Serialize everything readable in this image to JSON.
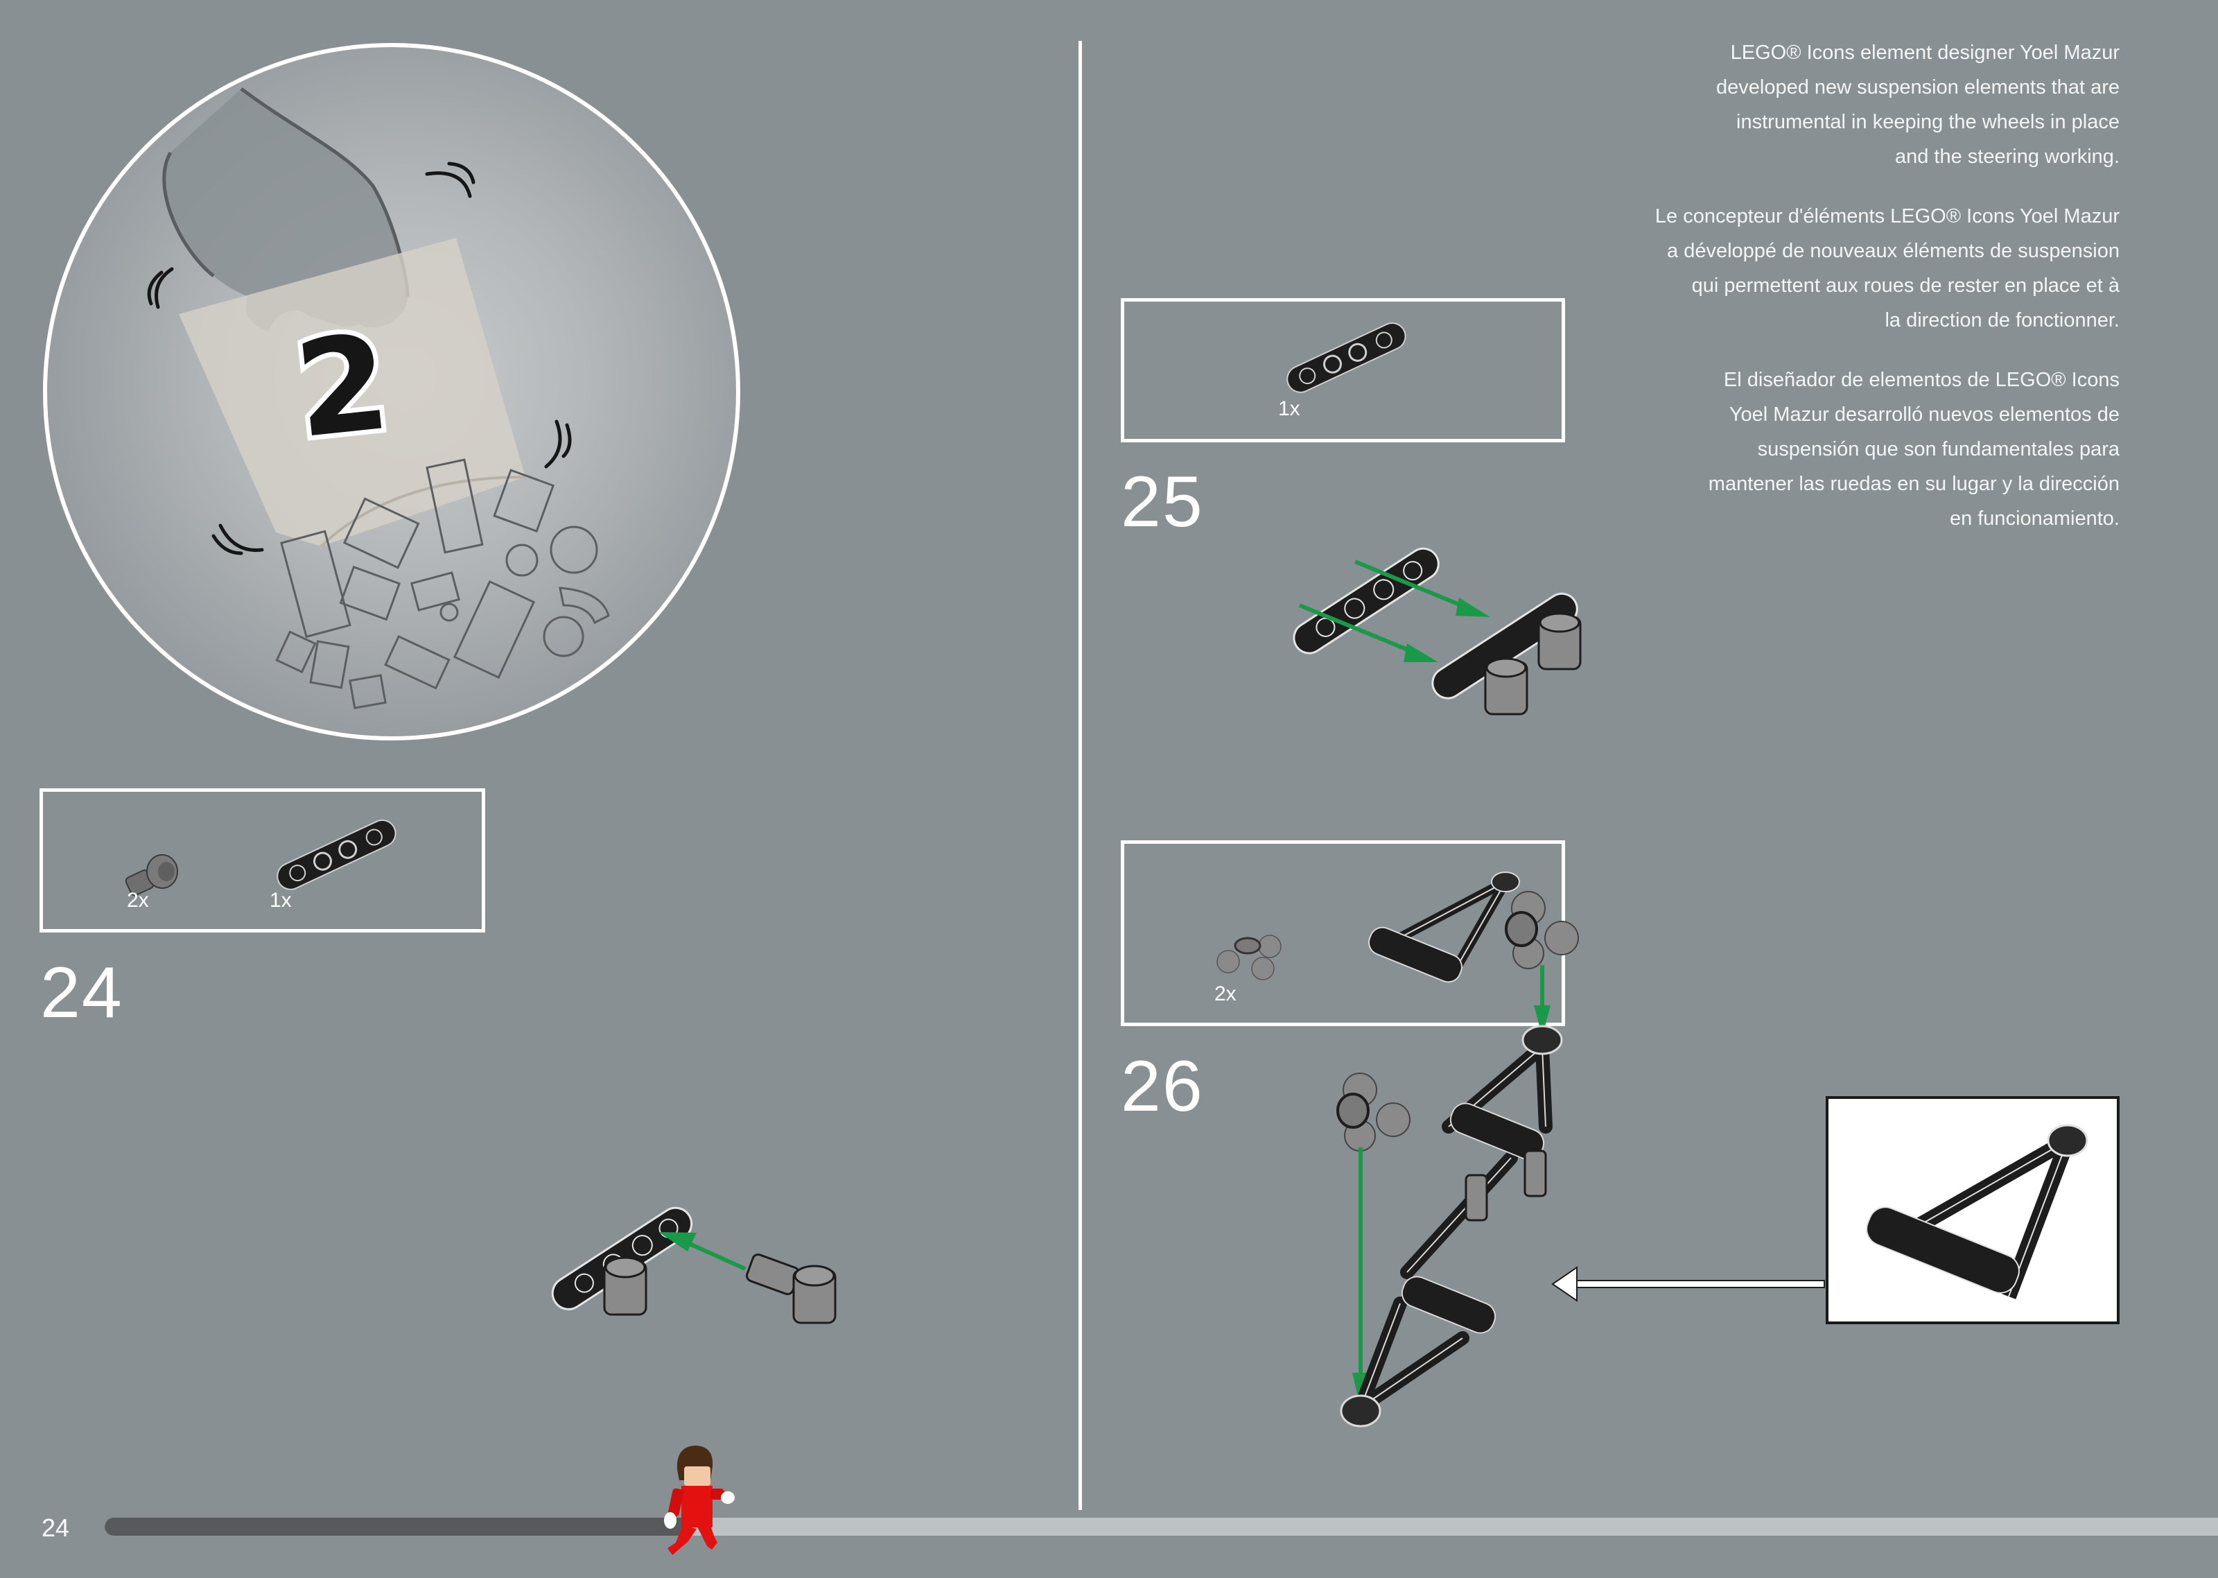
{
  "page": {
    "number": "24",
    "background": "#899093",
    "progress": {
      "fill_color": "#58595b",
      "track_color": "#bdc2c5",
      "percent": 27
    }
  },
  "bag_callout": {
    "bag_number": "2",
    "description": "hand opening bag, bricks falling out"
  },
  "steps": [
    {
      "number": "24",
      "parts": [
        {
          "icon": "technic-pin-with-bush-icon",
          "qty": "2x"
        },
        {
          "icon": "technic-beam-4-icon",
          "qty": "1x"
        }
      ]
    },
    {
      "number": "25",
      "parts": [
        {
          "icon": "technic-beam-4-icon",
          "qty": "1x"
        }
      ]
    },
    {
      "number": "26",
      "parts": [
        {
          "icon": "ball-joint-connector-icon",
          "qty": "2x"
        },
        {
          "icon": "suspension-wishbone-icon",
          "qty": ""
        }
      ]
    }
  ],
  "info": {
    "en": [
      "LEGO® Icons element designer Yoel Mazur",
      "developed new suspension elements that are",
      "instrumental in keeping the wheels in place",
      "and the steering working."
    ],
    "fr": [
      "Le concepteur d'éléments LEGO® Icons Yoel Mazur",
      "a développé de nouveaux éléments de suspension",
      "qui permettent aux roues de rester en place et à",
      "la direction de fonctionner."
    ],
    "es": [
      "El diseñador de elementos de LEGO® Icons",
      "Yoel Mazur desarrolló nuevos elementos de",
      "suspensión que son fundamentales para",
      "mantener las ruedas en su lugar y la dirección",
      "en funcionamiento."
    ]
  },
  "colors": {
    "arrow_green": "#1a9a48",
    "part_black": "#2a2a2a",
    "part_gray": "#8a8a8a",
    "minifig_red": "#e3110f"
  }
}
